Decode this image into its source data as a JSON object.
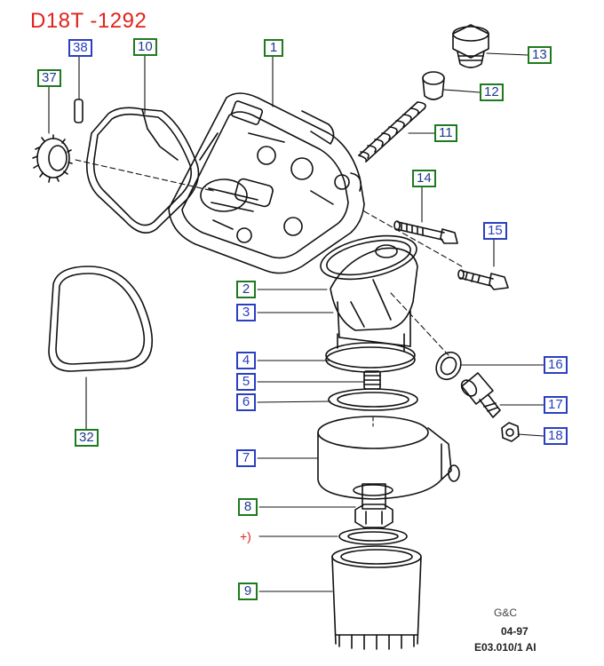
{
  "title": "D18T -1292",
  "colors": {
    "title": "#e0231c",
    "green_box": "#1e7a1e",
    "blue_box": "#2a3fbf",
    "line": "#111111"
  },
  "callouts": [
    {
      "id": "c1",
      "label": "1",
      "style": "green"
    },
    {
      "id": "c2",
      "label": "2",
      "style": "green"
    },
    {
      "id": "c3",
      "label": "3",
      "style": "blue"
    },
    {
      "id": "c4",
      "label": "4",
      "style": "blue"
    },
    {
      "id": "c5",
      "label": "5",
      "style": "blue"
    },
    {
      "id": "c6",
      "label": "6",
      "style": "blue"
    },
    {
      "id": "c7",
      "label": "7",
      "style": "blue"
    },
    {
      "id": "c8",
      "label": "8",
      "style": "green"
    },
    {
      "id": "c9",
      "label": "9",
      "style": "green"
    },
    {
      "id": "c10",
      "label": "10",
      "style": "green"
    },
    {
      "id": "c11",
      "label": "11",
      "style": "green"
    },
    {
      "id": "c12",
      "label": "12",
      "style": "green"
    },
    {
      "id": "c13",
      "label": "13",
      "style": "green"
    },
    {
      "id": "c14",
      "label": "14",
      "style": "green"
    },
    {
      "id": "c15",
      "label": "15",
      "style": "blue"
    },
    {
      "id": "c16",
      "label": "16",
      "style": "blue"
    },
    {
      "id": "c17",
      "label": "17",
      "style": "blue"
    },
    {
      "id": "c18",
      "label": "18",
      "style": "blue"
    },
    {
      "id": "c32",
      "label": "32",
      "style": "green"
    },
    {
      "id": "c37",
      "label": "37",
      "style": "green"
    },
    {
      "id": "c38",
      "label": "38",
      "style": "blue"
    }
  ],
  "note_marker": "+)",
  "footer": {
    "maker": "G&C",
    "date": "04-97",
    "ref": "E03.010/1 AI"
  }
}
